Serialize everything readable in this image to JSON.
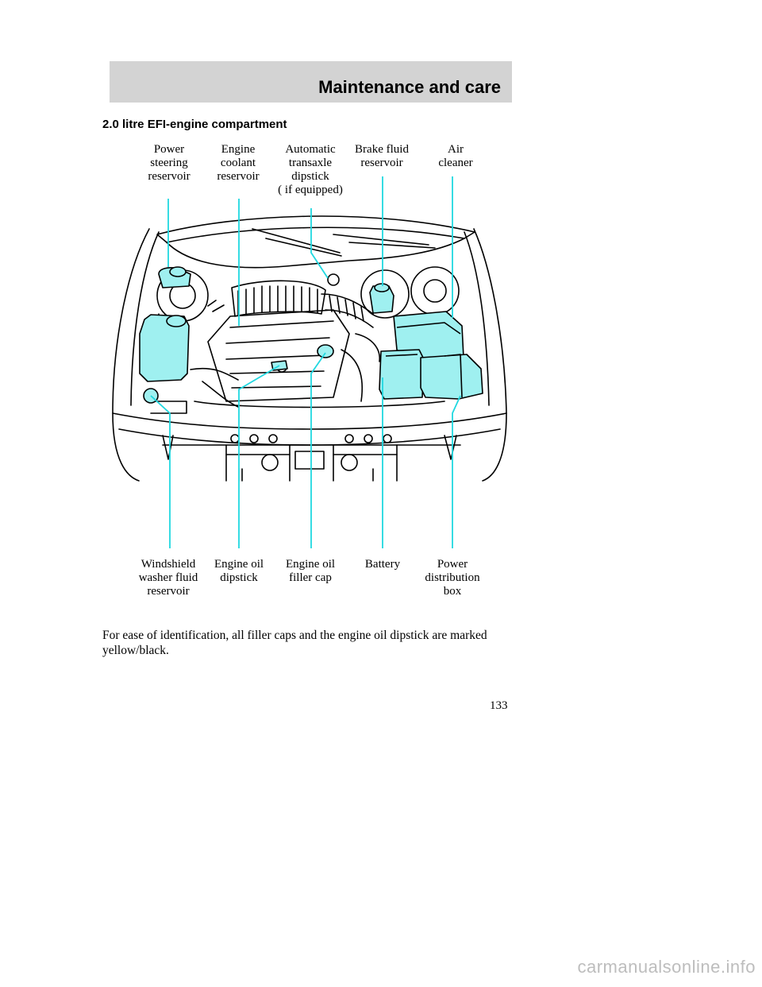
{
  "header": {
    "title": "Maintenance and care"
  },
  "section": {
    "title": "2.0 litre EFI-engine compartment"
  },
  "callouts_top": [
    {
      "lines": [
        "Power",
        "steering",
        "reservoir"
      ]
    },
    {
      "lines": [
        "Engine",
        "coolant",
        "reservoir"
      ]
    },
    {
      "lines": [
        "Automatic",
        "transaxle",
        "dipstick",
        "( if equipped)"
      ]
    },
    {
      "lines": [
        "Brake fluid",
        "reservoir"
      ]
    },
    {
      "lines": [
        "Air",
        "cleaner"
      ]
    }
  ],
  "callouts_bottom": [
    {
      "lines": [
        "Windshield",
        "washer fluid",
        "reservoir"
      ]
    },
    {
      "lines": [
        "Engine oil",
        "dipstick"
      ]
    },
    {
      "lines": [
        "Engine oil",
        "filler cap"
      ]
    },
    {
      "lines": [
        "Battery"
      ]
    },
    {
      "lines": [
        "Power",
        "distribution",
        "box"
      ]
    }
  ],
  "body_text": "For ease of identification, all filler caps and the engine oil dipstick are marked yellow/black.",
  "page_number": "133",
  "footer_watermark": "carmanualsonline.info",
  "colors": {
    "highlight": "#9ff0f0",
    "leader": "#20d8e0",
    "header_band": "#d3d3d3"
  }
}
